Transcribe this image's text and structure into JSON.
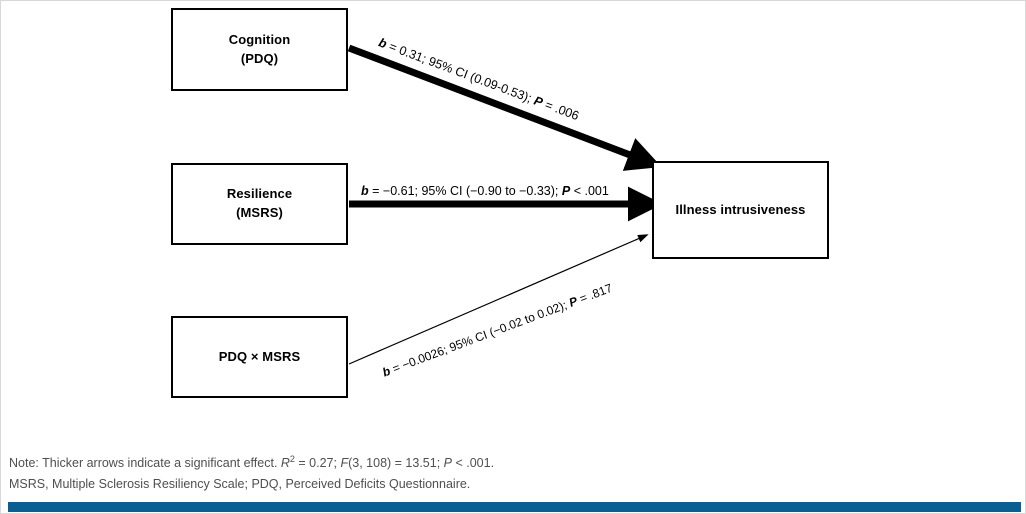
{
  "figure": {
    "type": "path-model-diagram",
    "nodes": {
      "cognition": {
        "line1": "Cognition",
        "line2": "(PDQ)"
      },
      "resilience": {
        "line1": "Resilience",
        "line2": "(MSRS)"
      },
      "interaction": {
        "line1": "PDQ × MSRS"
      },
      "outcome": {
        "line1": "Illness intrusiveness"
      }
    },
    "paths": [
      {
        "id": "cognition-to-outcome",
        "from": "Cognition (PDQ)",
        "to": "Illness intrusiveness",
        "coefficient_symbol": "b",
        "coefficient": "0.31",
        "ci_label": "95% CI",
        "ci": "(0.09-0.53)",
        "p_symbol": "P",
        "p_value": "= .006",
        "significant": true,
        "label_full": "b = 0.31; 95% CI (0.09-0.53); P = .006"
      },
      {
        "id": "resilience-to-outcome",
        "from": "Resilience (MSRS)",
        "to": "Illness intrusiveness",
        "coefficient_symbol": "b",
        "coefficient": "−0.61",
        "ci_label": "95% CI",
        "ci": "(−0.90 to −0.33)",
        "p_symbol": "P",
        "p_value": "< .001",
        "significant": true,
        "label_full": "b = −0.61; 95% CI (−0.90 to −0.33); P < .001"
      },
      {
        "id": "interaction-to-outcome",
        "from": "PDQ × MSRS",
        "to": "Illness intrusiveness",
        "coefficient_symbol": "b",
        "coefficient": "−0.0026",
        "ci_label": "95% CI",
        "ci": "(−0.02 to 0.02)",
        "p_symbol": "P",
        "p_value": "= .817",
        "significant": false,
        "label_full": "b = −0.0026; 95% CI (−0.02 to 0.02); P = .817"
      }
    ]
  },
  "notes": {
    "line1_prefix": "Note: Thicker arrows indicate a significant effect. ",
    "r2_symbol": "R",
    "r2_sup": "2",
    "r2_value": " = 0.27; ",
    "f_symbol": "F",
    "f_value": "(3, 108) = 13.51; ",
    "p_symbol": "P",
    "p_value": " < .001.",
    "line2": "MSRS, Multiple Sclerosis Resiliency Scale; PDQ, Perceived Deficits Questionnaire."
  },
  "style": {
    "accent_bar_color": "#0b5e92",
    "box_border_color": "#000000",
    "note_text_color": "#4f4f4f"
  }
}
